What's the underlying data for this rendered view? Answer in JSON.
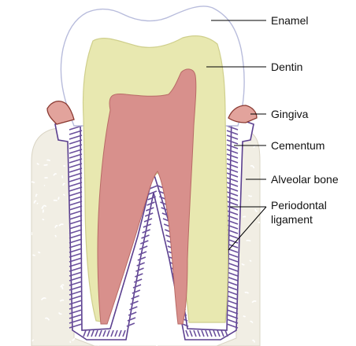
{
  "labels": {
    "enamel": "Enamel",
    "dentin": "Dentin",
    "gingiva": "Gingiva",
    "cementum": "Cementum",
    "alveolar_bone": "Alveolar bone",
    "periodontal_ligament_line1": "Periodontal",
    "periodontal_ligament_line2": "ligament"
  },
  "colors": {
    "enamel_fill": "#ffffff",
    "enamel_outline": "#b8bcdc",
    "dentin_fill": "#e8e8b0",
    "dentin_outline": "#cfcf8c",
    "pulp_fill": "#d8908c",
    "pulp_outline": "#b86a66",
    "bone_fill": "#f1eee4",
    "bone_texture": "#ffffff",
    "ligament": "#6a4f9c",
    "cementum_outline": "#5b3f8f",
    "gingiva_fill": "#e2a39c",
    "gingiva_outline": "#8a3a32",
    "leader_lines": "#000000"
  }
}
